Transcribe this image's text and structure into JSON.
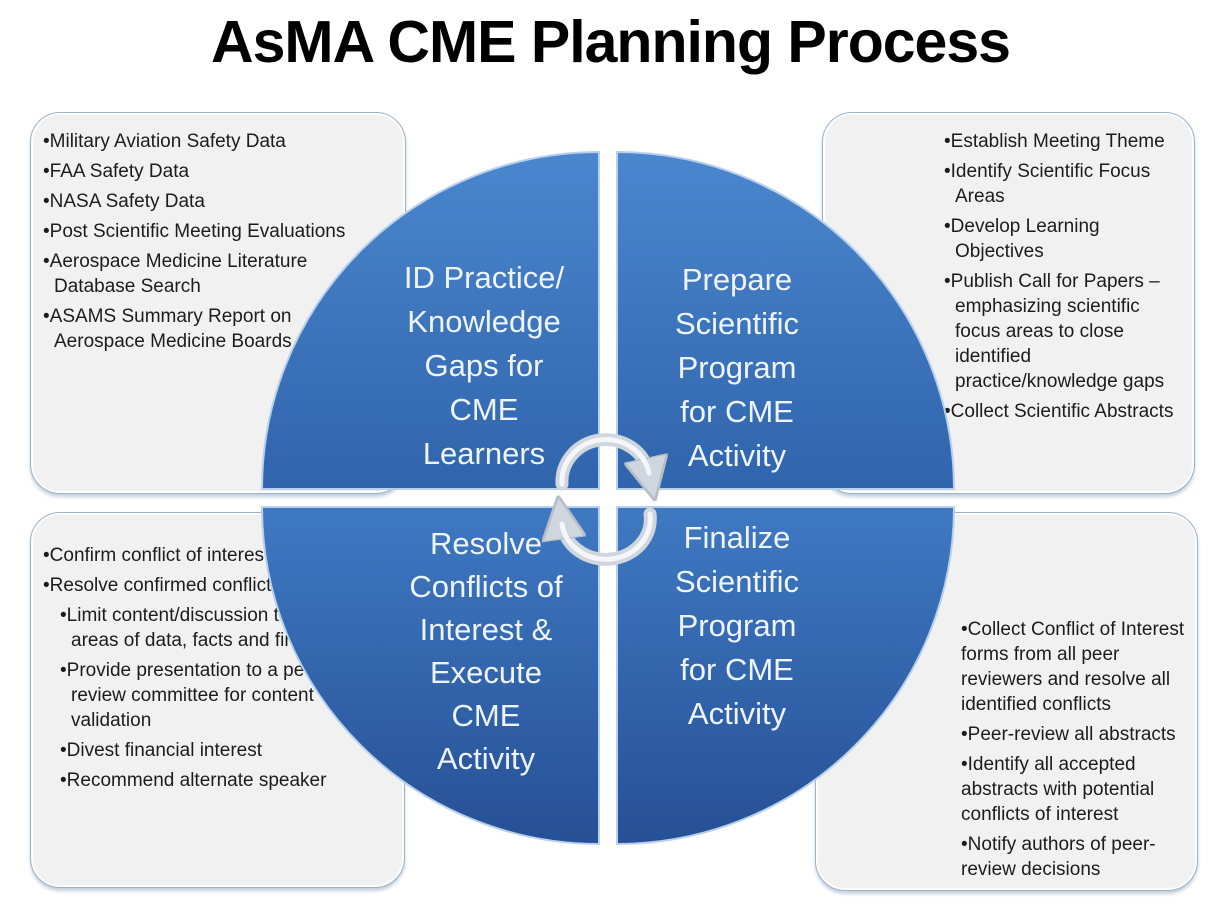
{
  "title": "AsMA CME Planning Process",
  "colors": {
    "quadrant_top_light": "#4b87ce",
    "quadrant_top_dark": "#2f63ab",
    "quadrant_bottom_light": "#3f7ac3",
    "quadrant_bottom_dark": "#264f95",
    "quadrant_edge_highlight": "#b8d0ec",
    "callout_background": "#f1f1f2",
    "callout_border": "#9fb3c8",
    "arrow_silver": "#d6dbe2",
    "bullet_text": "#1c1c1c",
    "quadrant_label_text": "#eef4fb"
  },
  "quadrants": {
    "top_left": {
      "label": "ID Practice/\nKnowledge\nGaps for\nCME\nLearners"
    },
    "top_right": {
      "label": "Prepare\nScientific\nProgram\nfor CME\nActivity"
    },
    "bottom_left": {
      "label": "Resolve\nConflicts of\nInterest &\nExecute\nCME\nActivity"
    },
    "bottom_right": {
      "label": "Finalize\nScientific\nProgram\nfor CME\nActivity"
    }
  },
  "callouts": {
    "top_left": {
      "items": [
        {
          "text": "Military Aviation Safety Data",
          "level": 1
        },
        {
          "text": "FAA Safety Data",
          "level": 1
        },
        {
          "text": "NASA Safety Data",
          "level": 1
        },
        {
          "text": "Post Scientific Meeting Evaluations",
          "level": 1
        },
        {
          "text": "Aerospace Medicine Literature Database Search",
          "level": 1
        },
        {
          "text": "ASAMS Summary Report on Aerospace Medicine Boards",
          "level": 1
        }
      ]
    },
    "top_right": {
      "items": [
        {
          "text": "Establish Meeting Theme",
          "level": 1
        },
        {
          "text": "Identify Scientific Focus Areas",
          "level": 1
        },
        {
          "text": "Develop Learning Objectives",
          "level": 1
        },
        {
          "text": "Publish Call for Papers – emphasizing scientific focus areas to close identified practice/knowledge gaps",
          "level": 1
        },
        {
          "text": "Collect Scientific Abstracts",
          "level": 1
        }
      ]
    },
    "bottom_left": {
      "items": [
        {
          "text": "Confirm conflict of interest exists",
          "level": 1
        },
        {
          "text": "Resolve confirmed conflicts via:",
          "level": 1
        },
        {
          "text": "Limit content/discussion to areas of data, facts and findings",
          "level": 2
        },
        {
          "text": "Provide presentation to a peer review committee for content validation",
          "level": 2
        },
        {
          "text": "Divest financial interest",
          "level": 2
        },
        {
          "text": "Recommend alternate speaker",
          "level": 2
        }
      ]
    },
    "bottom_right": {
      "items": [
        {
          "text": "Collect Conflict of Interest forms from all peer reviewers and resolve all identified conflicts",
          "level": 1
        },
        {
          "text": "Peer-review all abstracts",
          "level": 1
        },
        {
          "text": "Identify all accepted abstracts with potential conflicts of interest",
          "level": 1
        },
        {
          "text": "Notify authors of peer-review decisions",
          "level": 1
        }
      ]
    }
  }
}
